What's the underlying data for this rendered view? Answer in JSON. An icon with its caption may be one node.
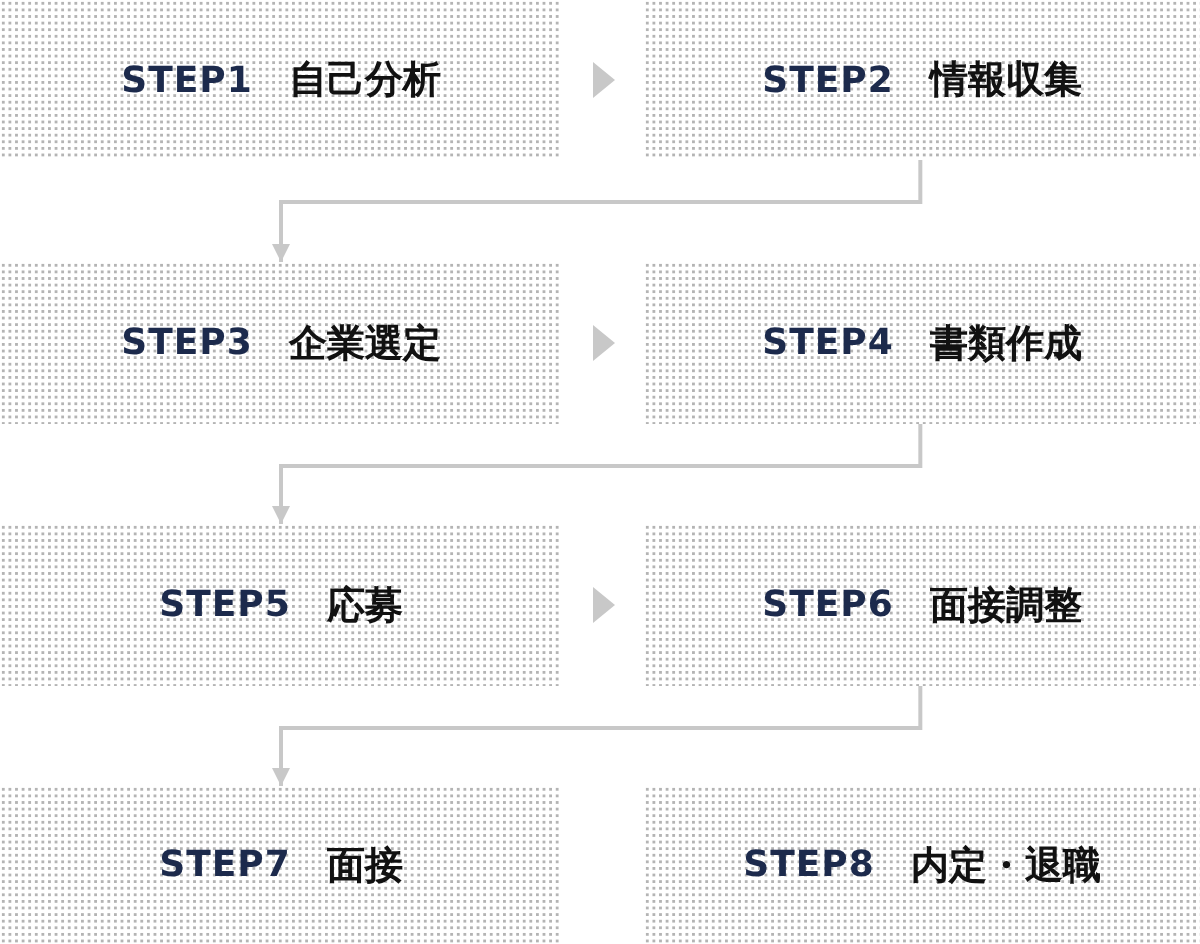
{
  "diagram": {
    "nodes": [
      {
        "text": [
          "STEP1",
          "自己分析"
        ]
      },
      {
        "text": [
          "STEP2",
          "情報収集"
        ]
      },
      {
        "text": [
          "STEP3",
          "企業選定"
        ]
      },
      {
        "text": [
          "STEP4",
          "書類作成"
        ]
      },
      {
        "text": [
          "STEP5",
          "応募"
        ]
      },
      {
        "text": [
          "STEP6",
          "面接調整"
        ]
      },
      {
        "text": [
          "STEP7",
          "面接"
        ]
      },
      {
        "text": [
          "STEP8",
          "内定・退職"
        ]
      }
    ],
    "edges": [
      {
        "from": 0,
        "to": 1,
        "arrow": "to"
      },
      {
        "from": 1,
        "to": 2,
        "arrow": "to"
      },
      {
        "from": 2,
        "to": 3,
        "arrow": "to"
      },
      {
        "from": 3,
        "to": 4,
        "arrow": "to"
      },
      {
        "from": 4,
        "to": 5,
        "arrow": "to"
      },
      {
        "from": 5,
        "to": 6,
        "arrow": "to"
      }
    ]
  }
}
